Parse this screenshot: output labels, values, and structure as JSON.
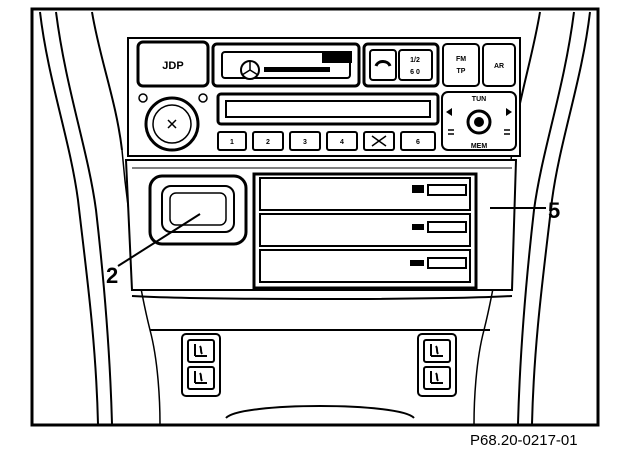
{
  "callouts": {
    "c2": "2",
    "c5": "5"
  },
  "radio": {
    "badge_jdp": "JDP",
    "btn_12": "1/2",
    "btn_60": "6 0",
    "btn_fm": "FM",
    "btn_tp": "TP",
    "btn_ar": "AR",
    "tuning": "TUN",
    "mem": "MEM",
    "preset_1": "1",
    "preset_2": "2",
    "preset_3": "3",
    "preset_4": "4",
    "preset_6": "6"
  },
  "figure_reference": "P68.20-0217-01",
  "colors": {
    "ink": "#000000",
    "paper": "#ffffff"
  }
}
